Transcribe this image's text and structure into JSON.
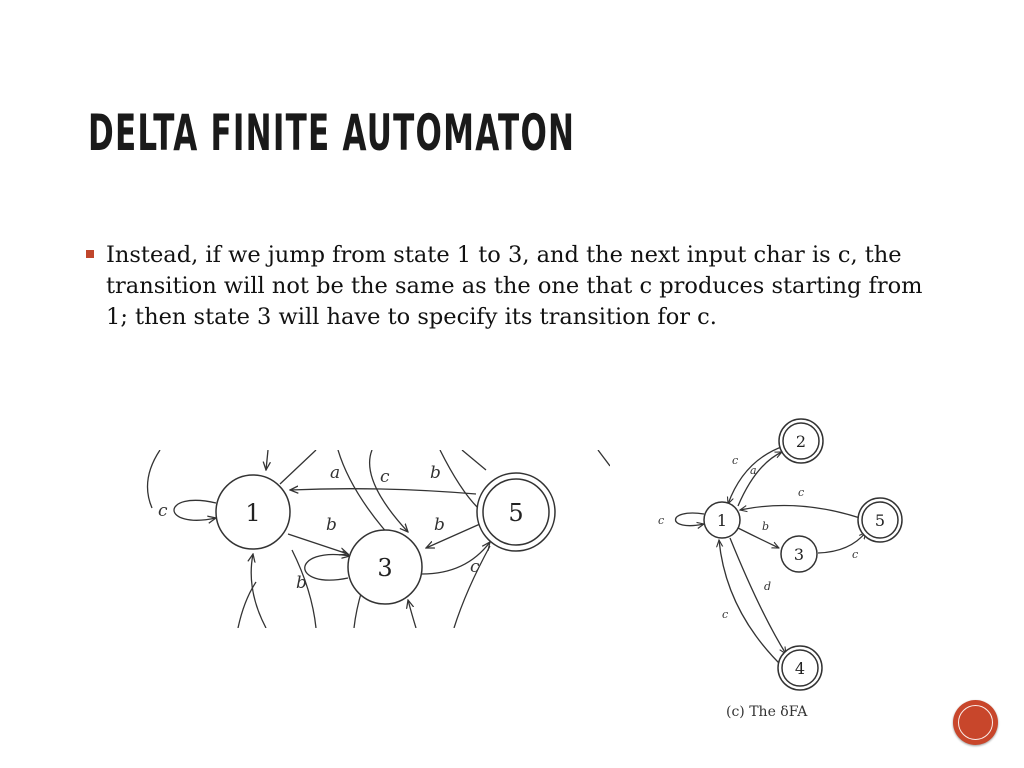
{
  "slide": {
    "title": "DELTA FINITE AUTOMATON",
    "bullet": "Instead, if we jump from state 1 to 3, and the next input char is c, the transition will not be the same as the one that c produces starting from 1; then state 3 will have to specify its transition for c."
  },
  "left_diagram": {
    "states": [
      {
        "id": "s1",
        "label": "1",
        "accepting": false
      },
      {
        "id": "s3",
        "label": "3",
        "accepting": false
      },
      {
        "id": "s5",
        "label": "5",
        "accepting": true
      }
    ],
    "edge_labels": {
      "loop_1": "c",
      "top_a": "a",
      "top_c": "c",
      "top_b": "b",
      "e1_3": "b",
      "e5_3": "b",
      "loop_3": "b",
      "e3_5": "c"
    }
  },
  "right_diagram": {
    "states": [
      {
        "id": "r1",
        "label": "1",
        "accepting": false
      },
      {
        "id": "r2",
        "label": "2",
        "accepting": true
      },
      {
        "id": "r3",
        "label": "3",
        "accepting": false
      },
      {
        "id": "r4",
        "label": "4",
        "accepting": true
      },
      {
        "id": "r5",
        "label": "5",
        "accepting": true
      }
    ],
    "edge_labels": {
      "loop_1": "c",
      "e2_1": "c",
      "e1_2": "a",
      "e5_1": "c",
      "e1_3": "b",
      "e3_5": "c",
      "e1_4": "d",
      "e4_1": "c"
    },
    "caption": "(c) The δFA"
  },
  "colors": {
    "accent": "#c8462b",
    "bullet": "#c0462b",
    "ink": "#333333"
  }
}
